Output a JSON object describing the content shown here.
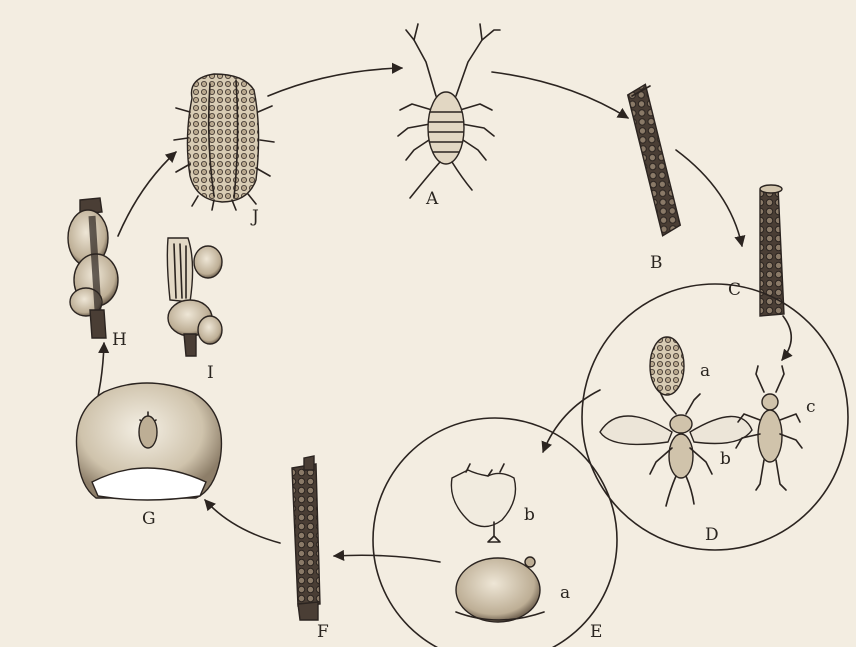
{
  "stages": {
    "A": "A",
    "B": "B",
    "C": "C",
    "D": "D",
    "E": "E",
    "F": "F",
    "G": "G",
    "H": "H",
    "I": "I",
    "J": "J"
  },
  "sub_labels": {
    "D_a": "a",
    "D_b": "b",
    "D_c": "c",
    "E_a": "a",
    "E_b": "b"
  },
  "colors": {
    "paper": "#f3ede1",
    "ink": "#2b2420",
    "body_light": "#d9cdb7",
    "body_dark": "#3a302a"
  }
}
